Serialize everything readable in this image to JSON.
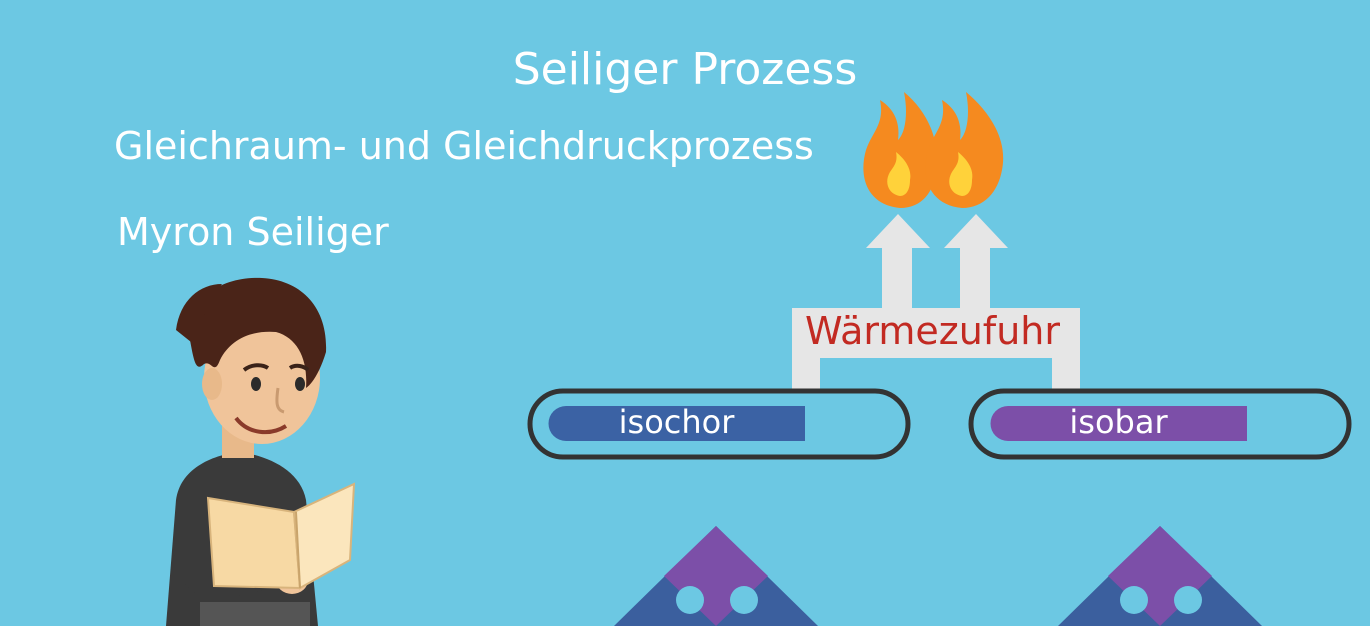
{
  "title": "Seiliger Prozess",
  "subtitle": "Gleichraum- und Gleichdruckprozess",
  "author": "Myron Seiliger",
  "heat": {
    "label": "Wärmezufuhr"
  },
  "processes": {
    "isochor": {
      "label": "isochor"
    },
    "isobar": {
      "label": "isobar"
    }
  },
  "colors": {
    "background": "#6cc8e3",
    "text": "#ffffff",
    "heat_label": "#c22a22",
    "isochor_bar": "#3b62a4",
    "isobar_bar": "#7c4fa8",
    "frame_outline": "#333333",
    "arrow": "#e6e6e6",
    "flame_outer": "#f58a1f",
    "flame_inner": "#ffd23a",
    "puzzle_blue": "#3b5f9e",
    "puzzle_purple": "#7c4fa8"
  },
  "icons": [
    "flame-icon",
    "arrow-up-icon",
    "puzzle-icon",
    "person-illustration",
    "book-icon"
  ]
}
